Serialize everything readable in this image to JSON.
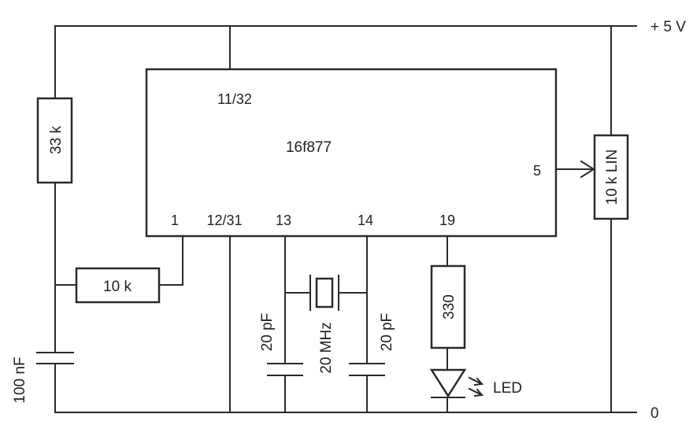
{
  "rails": {
    "supply": "+ 5 V",
    "ground": "0"
  },
  "ic": {
    "name": "16f877",
    "pins": {
      "power": "11/32",
      "reset": "1",
      "gnd": "12/31",
      "osc1": "13",
      "osc2": "14",
      "led_out": "19",
      "analog_in": "5"
    }
  },
  "components": {
    "pullup_resistor": "33 k",
    "series_resistor": "10 k",
    "reset_capacitor": "100 nF",
    "crystal_cap_left": "20 pF",
    "crystal": "20 MHz",
    "crystal_cap_right": "20 pF",
    "led_resistor": "330",
    "led": "LED",
    "potentiometer": "10 k LIN"
  }
}
